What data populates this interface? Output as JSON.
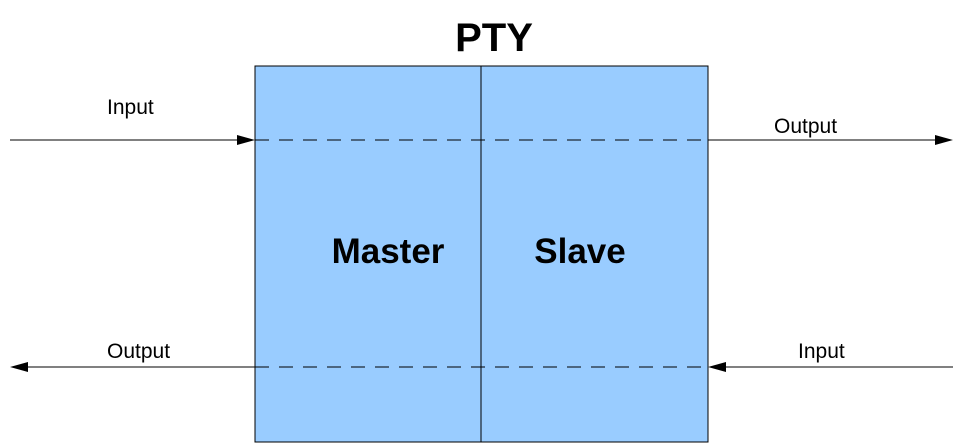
{
  "diagram": {
    "title": "PTY",
    "master_label": "Master",
    "slave_label": "Slave",
    "top_left_label": "Input",
    "top_right_label": "Output",
    "bottom_left_label": "Output",
    "bottom_right_label": "Input"
  },
  "colors": {
    "box_fill": "#99ccff",
    "line": "#000000"
  }
}
